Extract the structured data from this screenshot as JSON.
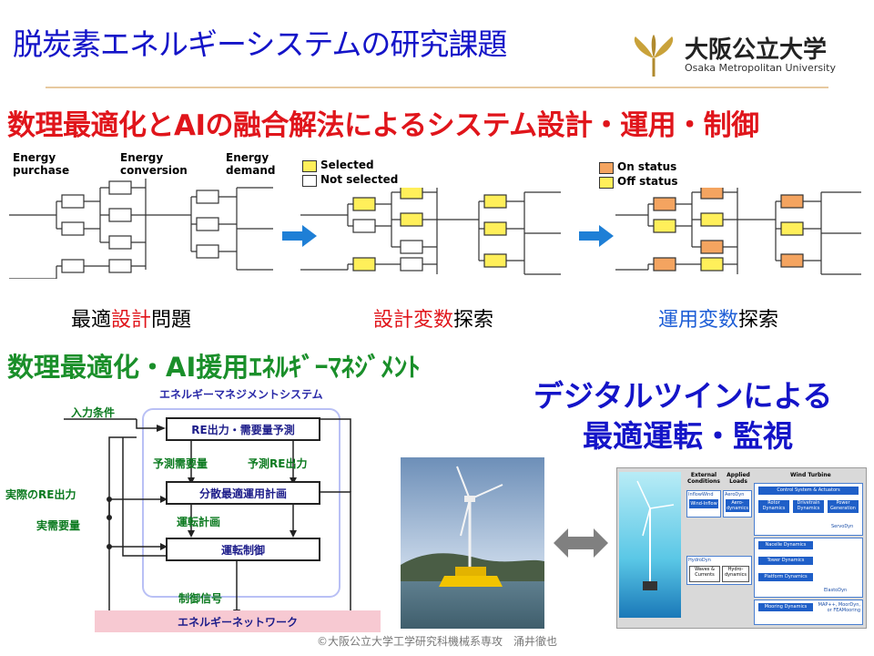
{
  "title": "脱炭素エネルギーシステムの研究課題",
  "logo": {
    "name_jp": "大阪公立大学",
    "name_en": "Osaka Metropolitan University",
    "icon": "ginkgo-leaf-icon"
  },
  "section1": {
    "heading": "数理最適化とAIの融合解法によるシステム設計・運用・制御",
    "diagram1": {
      "label_purchase": "Energy purchase",
      "label_conversion": "Energy conversion",
      "label_demand": "Energy demand"
    },
    "diagram2": {
      "legend_selected": "Selected",
      "legend_not_selected": "Not selected"
    },
    "diagram3": {
      "legend_on": "On status",
      "legend_off": "Off status"
    },
    "captions": {
      "cap1_a": "最適",
      "cap1_b": "設計",
      "cap1_c": "問題",
      "cap2_a": "設計変数",
      "cap2_b": "探索",
      "cap3_a": "運用変数",
      "cap3_b": "探索"
    }
  },
  "section2": {
    "heading": "数理最適化・AI援用ｴﾈﾙｷﾞｰﾏﾈｼﾞﾒﾝﾄ",
    "ems_title": "エネルギーマネジメントシステム",
    "input_conditions": "入力条件",
    "box1": "RE出力・需要量予測",
    "pred_demand": "予測需要量",
    "pred_re": "予測RE出力",
    "box2": "分散最適運用計画",
    "actual_re": "実際のRE出力",
    "actual_demand": "実需要量",
    "operation_plan": "運転計画",
    "box3": "運転制御",
    "control_signal": "制御信号",
    "network": "エネルギーネットワーク"
  },
  "section3": {
    "line1": "デジタルツインによる",
    "line2": "最適運転・監視",
    "block_labels": {
      "external": "External Conditions",
      "applied": "Applied Loads",
      "turbine": "Wind Turbine",
      "inflowwind": "InflowWind",
      "wind_inflow": "Wind-Inflow",
      "aerodyn": "AeroDyn",
      "aero_dynamics": "Aero-dynamics",
      "control": "Control System & Actuators",
      "rotor": "Rotor Dynamics",
      "drivetrain": "Drivetrain Dynamics",
      "power": "Power Generation",
      "servodyn": "ServoDyn",
      "nacelle": "Nacelle Dynamics",
      "tower": "Tower Dynamics",
      "hydrodyn": "HydroDyn",
      "waves": "Waves & Currents",
      "hydro_dynamics": "Hydro-dynamics",
      "platform": "Platform Dynamics",
      "elastodyn": "ElastoDyn",
      "mooring": "Mooring Dynamics",
      "map": "MAP++, MoorDyn, or FEAMooring"
    }
  },
  "footer": "©大阪公立大学工学研究科機械系専攻　涌井徹也",
  "colors": {
    "title_blue": "#1414c8",
    "heading_red": "#e0151b",
    "heading_green": "#1a8f2a",
    "selected_yellow": "#ffef5a",
    "on_orange": "#f4a460",
    "arrow_blue": "#1e7fd6"
  }
}
